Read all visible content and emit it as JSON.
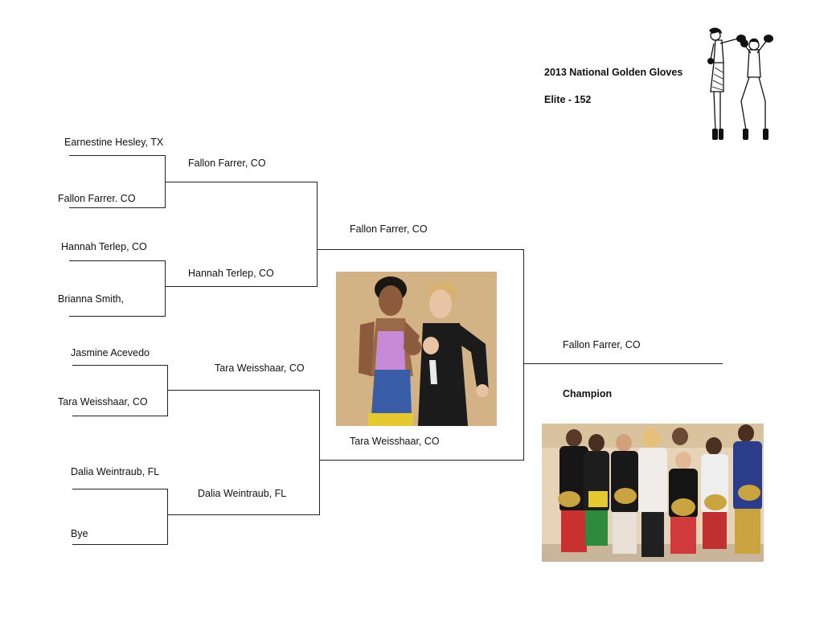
{
  "header": {
    "title": "2013 National Golden Gloves",
    "division": "Elite - 152"
  },
  "bracket": {
    "round1": [
      "Earnestine Hesley, TX",
      "Fallon Farrer. CO",
      "Hannah Terlep, CO",
      "Brianna Smith,",
      "Jasmine Acevedo",
      "Tara Weisshaar, CO",
      "Dalia Weintraub, FL",
      "Bye"
    ],
    "round2": [
      "Fallon Farrer, CO",
      "Hannah Terlep, CO",
      "Tara Weisshaar, CO",
      "Dalia Weintraub, FL"
    ],
    "semifinal": [
      "Fallon Farrer, CO",
      "Tara Weisshaar, CO"
    ],
    "final": "Fallon Farrer, CO",
    "champion_label": "Champion"
  }
}
